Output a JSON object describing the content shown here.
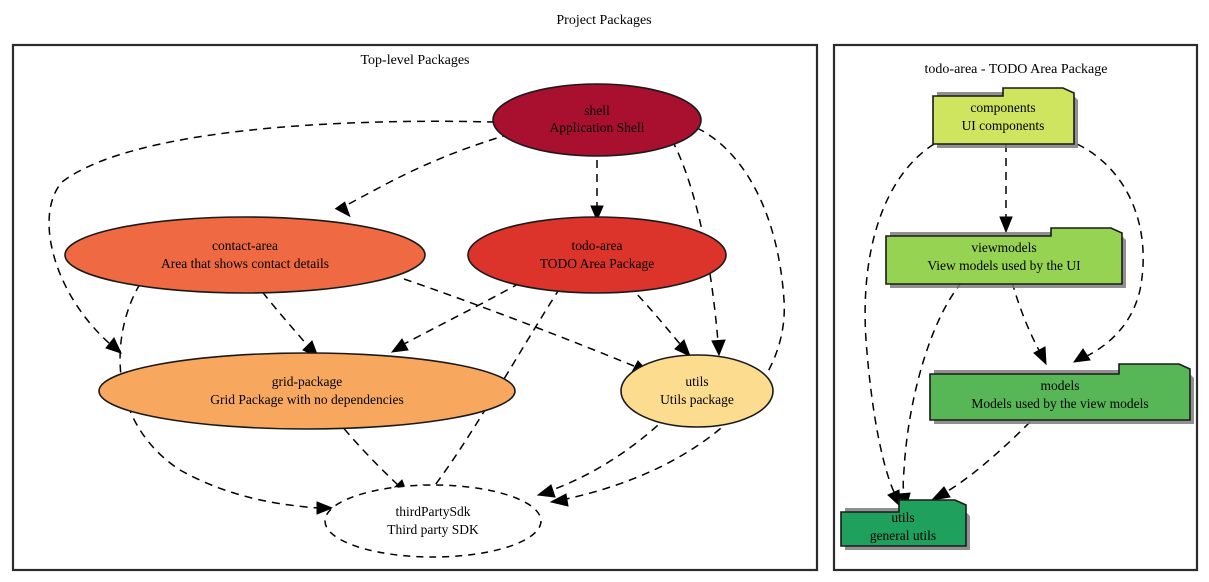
{
  "title": "Project Packages",
  "clusters": [
    {
      "id": "top-level",
      "title": "Top-level Packages"
    },
    {
      "id": "todo-area",
      "title": "todo-area - TODO Area Package"
    }
  ],
  "colors": {
    "shell": "#a90f2e",
    "contact_area": "#ef6a43",
    "todo_area": "#dc332b",
    "grid_package": "#f8a85e",
    "utils_left": "#fcdc8f",
    "third_party_sdk": "#ffffff",
    "components": "#cfe45f",
    "viewmodels": "#96d352",
    "models": "#57b757",
    "utils_right": "#1fa05c",
    "edge": "#000000",
    "cluster_border": "#2b2b2b"
  },
  "nodes": {
    "shell": {
      "name": "shell",
      "description": "Application Shell",
      "shape": "ellipse"
    },
    "contact_area": {
      "name": "contact-area",
      "description": "Area that shows contact details",
      "shape": "ellipse"
    },
    "todo_area": {
      "name": "todo-area",
      "description": "TODO Area Package",
      "shape": "ellipse"
    },
    "grid_package": {
      "name": "grid-package",
      "description": "Grid Package with no dependencies",
      "shape": "ellipse"
    },
    "utils_left": {
      "name": "utils",
      "description": "Utils package",
      "shape": "ellipse"
    },
    "third_party_sdk": {
      "name": "thirdPartySdk",
      "description": "Third party SDK",
      "shape": "ellipse-dashed"
    },
    "components": {
      "name": "components",
      "description": "UI components",
      "shape": "folder"
    },
    "viewmodels": {
      "name": "viewmodels",
      "description": "View models used by the UI",
      "shape": "folder"
    },
    "models": {
      "name": "models",
      "description": "Models used by the view models",
      "shape": "folder"
    },
    "utils_right": {
      "name": "utils",
      "description": "general utils",
      "shape": "folder"
    }
  },
  "edges": [
    {
      "from": "shell",
      "to": "contact-area"
    },
    {
      "from": "shell",
      "to": "todo-area"
    },
    {
      "from": "shell",
      "to": "grid-package"
    },
    {
      "from": "shell",
      "to": "utils"
    },
    {
      "from": "shell",
      "to": "thirdPartySdk"
    },
    {
      "from": "contact-area",
      "to": "grid-package"
    },
    {
      "from": "contact-area",
      "to": "utils"
    },
    {
      "from": "contact-area",
      "to": "thirdPartySdk"
    },
    {
      "from": "todo-area",
      "to": "grid-package"
    },
    {
      "from": "todo-area",
      "to": "utils"
    },
    {
      "from": "todo-area",
      "to": "thirdPartySdk"
    },
    {
      "from": "grid-package",
      "to": "thirdPartySdk"
    },
    {
      "from": "utils",
      "to": "thirdPartySdk"
    },
    {
      "from": "components",
      "to": "viewmodels"
    },
    {
      "from": "components",
      "to": "models"
    },
    {
      "from": "components",
      "to": "utils"
    },
    {
      "from": "viewmodels",
      "to": "models"
    },
    {
      "from": "viewmodels",
      "to": "utils"
    },
    {
      "from": "models",
      "to": "utils"
    }
  ]
}
